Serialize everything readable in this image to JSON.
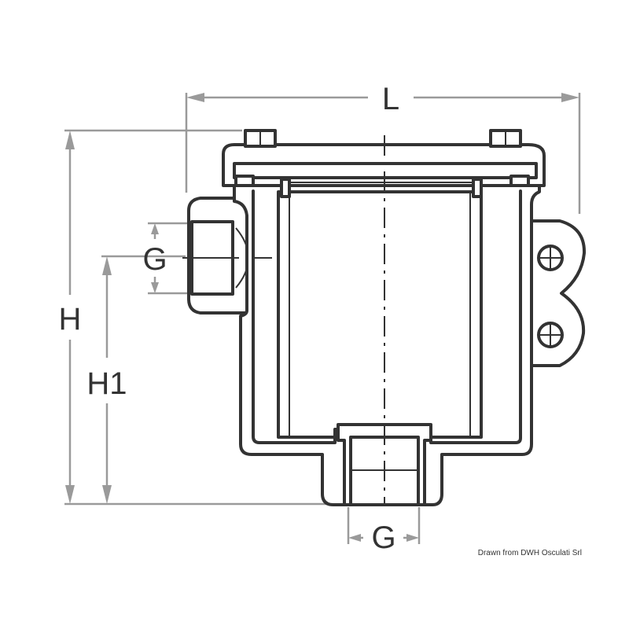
{
  "drawing": {
    "dimensions": {
      "length": "L",
      "height": "H",
      "height_inlet": "H1",
      "thread_inlet": "G",
      "thread_outlet": "G"
    },
    "credit": "Drawn from DWH Osculati Srl"
  }
}
